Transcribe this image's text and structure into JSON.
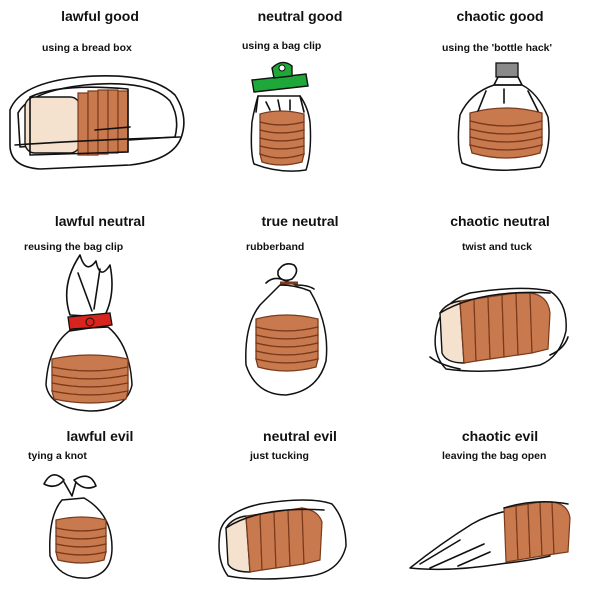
{
  "cells": [
    {
      "title": "lawful good",
      "subtitle": "using a bread box"
    },
    {
      "title": "neutral good",
      "subtitle": "using a bag clip"
    },
    {
      "title": "chaotic good",
      "subtitle": "using the 'bottle hack'"
    },
    {
      "title": "lawful neutral",
      "subtitle": "reusing the bag clip"
    },
    {
      "title": "true neutral",
      "subtitle": "rubberband"
    },
    {
      "title": "chaotic neutral",
      "subtitle": "twist and tuck"
    },
    {
      "title": "lawful evil",
      "subtitle": "tying a knot"
    },
    {
      "title": "neutral evil",
      "subtitle": "just tucking"
    },
    {
      "title": "chaotic evil",
      "subtitle": "leaving the bag open"
    }
  ],
  "colors": {
    "crust": "#7a3b1c",
    "slice": "#c9794e",
    "crumb": "#f4e2cf",
    "green_clip": "#1fa83a",
    "red_clip": "#d9231d",
    "bottle_cap": "#8a8a8a"
  },
  "icons": [
    "bread-box-icon",
    "bag-clip-icon",
    "bottle-neck-icon",
    "reused-clip-icon",
    "rubberband-icon",
    "twist-tuck-icon",
    "knot-icon",
    "tucked-bag-icon",
    "open-bag-icon"
  ]
}
